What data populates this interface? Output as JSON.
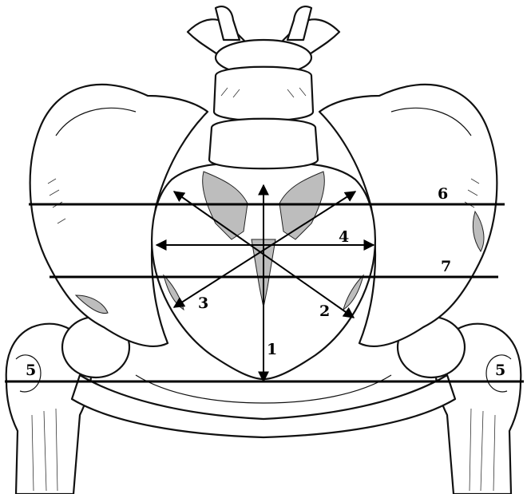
{
  "labels": {
    "l1": "1",
    "l2": "2",
    "l3": "3",
    "l4": "4",
    "l5_left": "5",
    "l5_right": "5",
    "l6": "6",
    "l7": "7"
  },
  "colors": {
    "line": "#000000",
    "bone_fill": "#ffffff",
    "shade": "#bdbdbd"
  }
}
